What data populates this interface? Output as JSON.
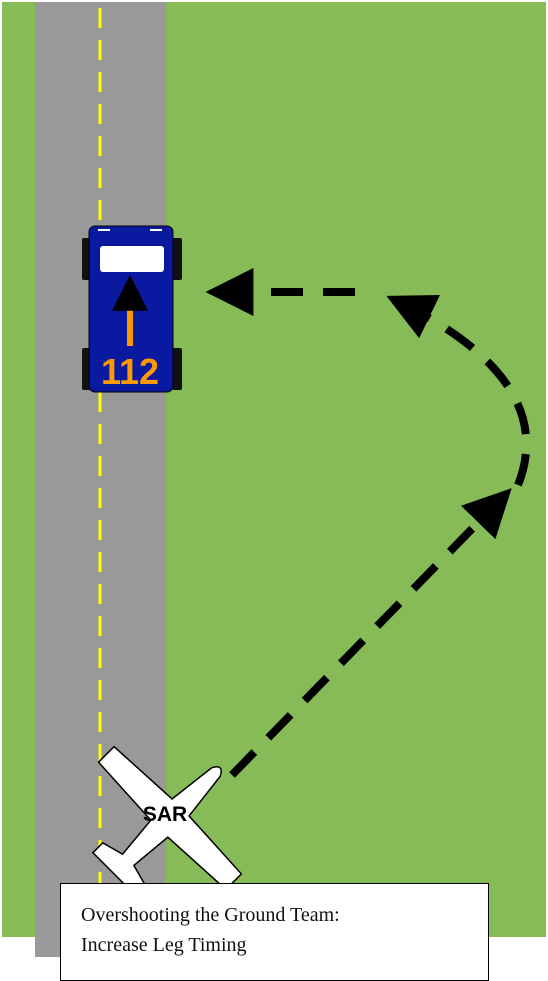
{
  "scene": {
    "colors": {
      "grass": "#86bb57",
      "road": "#999999",
      "center_line": "#ffff00",
      "car_body": "#0a1aa0",
      "car_accent": "#ff9900",
      "path": "#000000",
      "plane": "#ffffff"
    },
    "plane": {
      "label": "SAR"
    },
    "ground_vehicle": {
      "number": "112"
    },
    "path_style": "dashed arrows"
  },
  "caption": {
    "line1": "Overshooting the Ground Team:",
    "line2": "Increase Leg Timing"
  }
}
